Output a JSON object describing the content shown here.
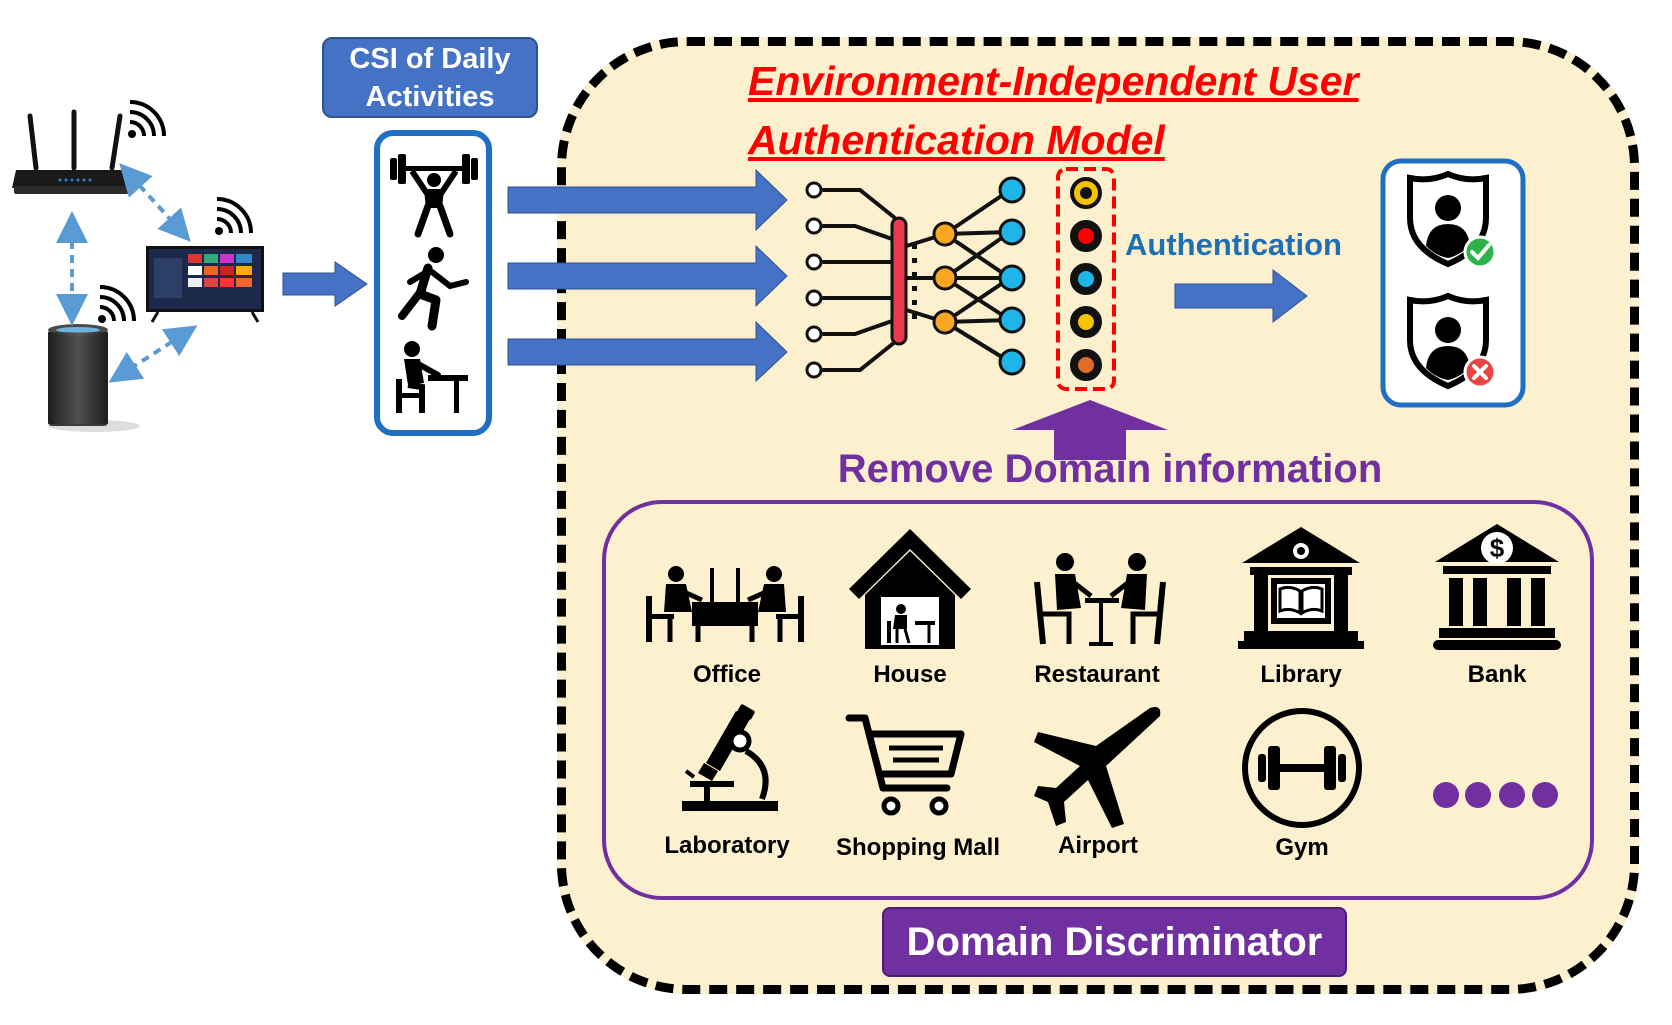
{
  "csi": {
    "label": "CSI of Daily Activities"
  },
  "model": {
    "title_line1": "Environment-Independent User",
    "title_line2": "Authentication Model"
  },
  "authentication": {
    "label": "Authentication"
  },
  "remove_domain": {
    "label": "Remove Domain information"
  },
  "domain_discriminator": {
    "label": "Domain Discriminator"
  },
  "environments": [
    {
      "label": "Office",
      "icon": "office-icon"
    },
    {
      "label": "House",
      "icon": "house-icon"
    },
    {
      "label": "Restaurant",
      "icon": "restaurant-icon"
    },
    {
      "label": "Library",
      "icon": "library-icon"
    },
    {
      "label": "Bank",
      "icon": "bank-icon"
    },
    {
      "label": "Laboratory",
      "icon": "microscope-icon"
    },
    {
      "label": "Shopping Mall",
      "icon": "shopping-cart-icon"
    },
    {
      "label": "Airport",
      "icon": "airplane-icon"
    },
    {
      "label": "Gym",
      "icon": "dumbbell-icon"
    }
  ],
  "activities": [
    "weightlifting-icon",
    "running-icon",
    "desk-work-icon"
  ],
  "devices": [
    "wifi-router-icon",
    "smart-tv-icon",
    "smart-speaker-icon"
  ],
  "colors": {
    "blue": "#4472c4",
    "purple": "#7030a0",
    "red": "#ff0000",
    "frame_fill": "#fdf0cf"
  }
}
